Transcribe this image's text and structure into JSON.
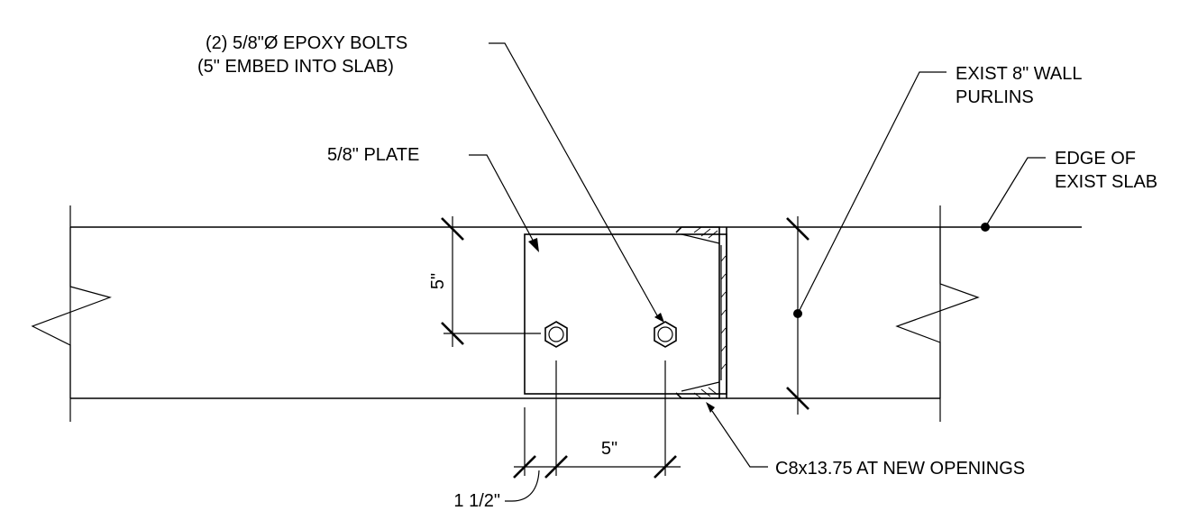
{
  "labels": {
    "bolts_line1": "(2) 5/8\"Ø EPOXY BOLTS",
    "bolts_line2": "(5\" EMBED INTO SLAB)",
    "plate": "5/8\" PLATE",
    "purlins_line1": "EXIST 8\" WALL",
    "purlins_line2": "PURLINS",
    "slab_line1": "EDGE OF",
    "slab_line2": "EXIST SLAB",
    "channel": "C8x13.75 AT NEW OPENINGS"
  },
  "dimensions": {
    "vertical": "5\"",
    "horizontal": "5\"",
    "edge": "1 1/2\""
  }
}
